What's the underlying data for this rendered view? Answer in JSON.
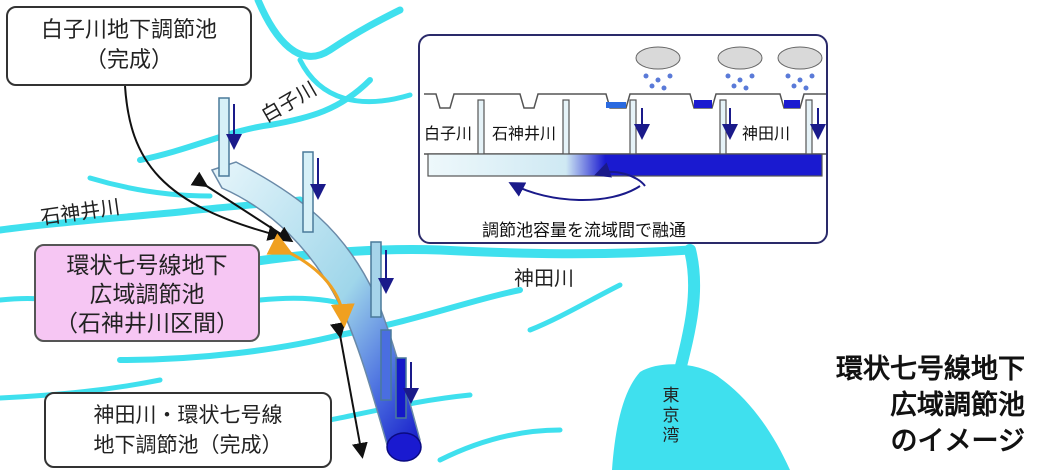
{
  "callouts": {
    "shirako_pond": [
      "白子川地下調節池",
      "（完成）"
    ],
    "ring7_wide_pond": [
      "環状七号線地下",
      "広域調節池",
      "（石神井川区間）"
    ],
    "kanda_ring7_pond": [
      "神田川・環状七号線",
      "地下調節池（完成）"
    ]
  },
  "rivers": {
    "shirako": "白子川",
    "shakujii": "石神井川",
    "kanda": "神田川",
    "tokyo_bay": "東京湾"
  },
  "title_lines": [
    "環状七号線地下",
    "広域調節池",
    "のイメージ"
  ],
  "inset": {
    "labels": [
      "白子川",
      "石神井川",
      "神田川"
    ],
    "caption": "調節池容量を流域間で融通"
  },
  "colors": {
    "river": "#3fe0ee",
    "water": "#1a1ad0",
    "callout_highlight": "#f6c6f3",
    "section_arrow": "#f0a020"
  }
}
